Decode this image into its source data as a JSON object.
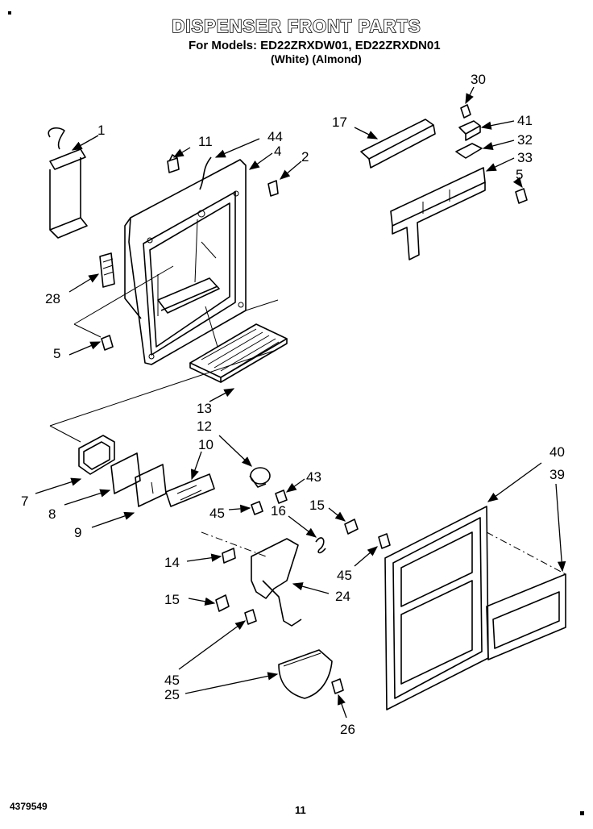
{
  "header": {
    "title": "DISPENSER FRONT PARTS",
    "models_line": "For Models: ED22ZRXDW01, ED22ZRXDN01",
    "variants_line": "(White)        (Almond)"
  },
  "footer": {
    "doc_number": "4379549",
    "page_number": "11"
  },
  "callouts": [
    {
      "id": "c1",
      "text": "1"
    },
    {
      "id": "c11",
      "text": "11"
    },
    {
      "id": "c44",
      "text": "44"
    },
    {
      "id": "c4",
      "text": "4"
    },
    {
      "id": "c2",
      "text": "2"
    },
    {
      "id": "c28",
      "text": "28"
    },
    {
      "id": "c5a",
      "text": "5"
    },
    {
      "id": "c13",
      "text": "13"
    },
    {
      "id": "c30",
      "text": "30"
    },
    {
      "id": "c17",
      "text": "17"
    },
    {
      "id": "c41",
      "text": "41"
    },
    {
      "id": "c32",
      "text": "32"
    },
    {
      "id": "c33",
      "text": "33"
    },
    {
      "id": "c5b",
      "text": "5"
    },
    {
      "id": "c12",
      "text": "12"
    },
    {
      "id": "c10",
      "text": "10"
    },
    {
      "id": "c7",
      "text": "7"
    },
    {
      "id": "c8",
      "text": "8"
    },
    {
      "id": "c9",
      "text": "9"
    },
    {
      "id": "c43",
      "text": "43"
    },
    {
      "id": "c45a",
      "text": "45"
    },
    {
      "id": "c16",
      "text": "16"
    },
    {
      "id": "c15a",
      "text": "15"
    },
    {
      "id": "c45b",
      "text": "45"
    },
    {
      "id": "c14",
      "text": "14"
    },
    {
      "id": "c24",
      "text": "24"
    },
    {
      "id": "c15b",
      "text": "15"
    },
    {
      "id": "c45c",
      "text": "45"
    },
    {
      "id": "c25",
      "text": "25"
    },
    {
      "id": "c26",
      "text": "26"
    },
    {
      "id": "c40",
      "text": "40"
    },
    {
      "id": "c39",
      "text": "39"
    }
  ]
}
